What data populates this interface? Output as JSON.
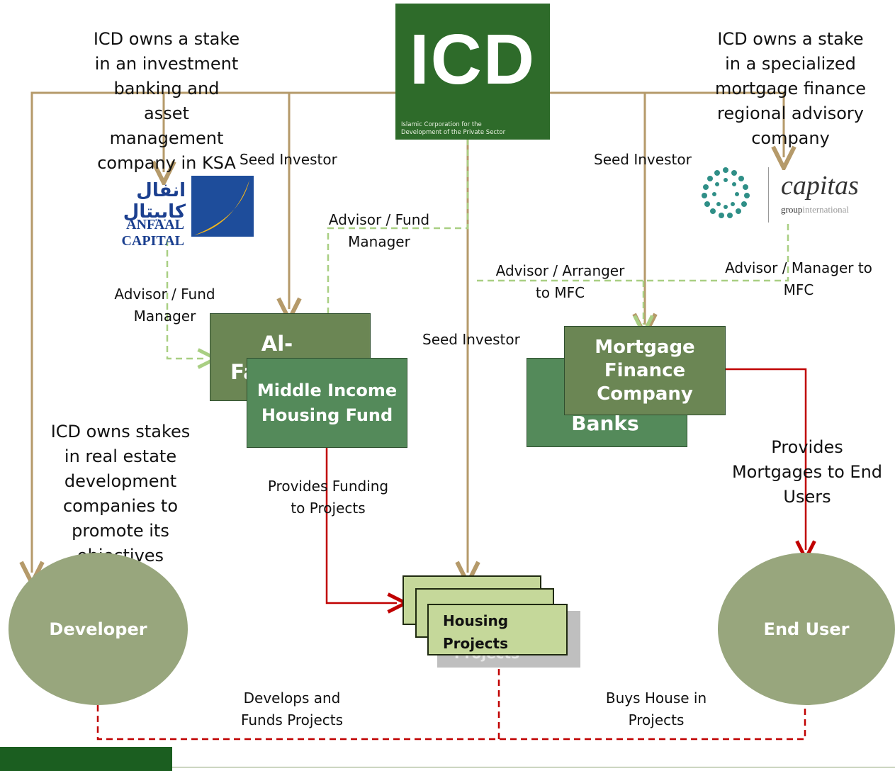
{
  "icd": {
    "logo_letters": "ICD",
    "caption_line1": "Islamic Corporation for the",
    "caption_line2": "Development of the Private Sector"
  },
  "notes": {
    "anfaal_stake": "ICD owns a stake in an investment banking and asset management company in KSA",
    "capitas_stake": "ICD owns a stake in a specialized mortgage finance regional advisory company",
    "developer_stake": "ICD owns stakes in real estate development companies to promote its objectives"
  },
  "logos": {
    "anfaal_arabic": "انفال كابيتال",
    "anfaal_english": "ANFAAL CAPITAL",
    "capitas_name": "capitas",
    "capitas_group": "group",
    "capitas_international": "international"
  },
  "labels": {
    "seed_investor_left": "Seed Investor",
    "seed_investor_right": "Seed Investor",
    "seed_investor_center": "Seed Investor",
    "advisor_fund_manager_top": "Advisor / Fund Manager",
    "advisor_fund_manager_left": "Advisor / Fund Manager",
    "advisor_arranger": "Advisor / Arranger to MFC",
    "advisor_manager": "Advisor / Manager to MFC",
    "provides_funding": "Provides Funding to Projects",
    "provides_mortgages": "Provides Mortgages to End Users",
    "develops_funds": "Develops and Funds Projects",
    "buys_house": "Buys House in Projects"
  },
  "entities": {
    "al_fareeda": "Al-Fareeda Fund",
    "middle_income": "Middle Income Housing Fund",
    "banks": "Banks",
    "mfc": "Mortgage Finance Company",
    "housing_projects": "Housing Projects",
    "housing_projects_shadow": "Projects",
    "developer": "Developer",
    "end_user": "End User"
  },
  "colors": {
    "tan_line": "#b59a6a",
    "red_line": "#c00000",
    "dashed_green": "#a9cf83",
    "dark_green": "#1b5e20"
  }
}
